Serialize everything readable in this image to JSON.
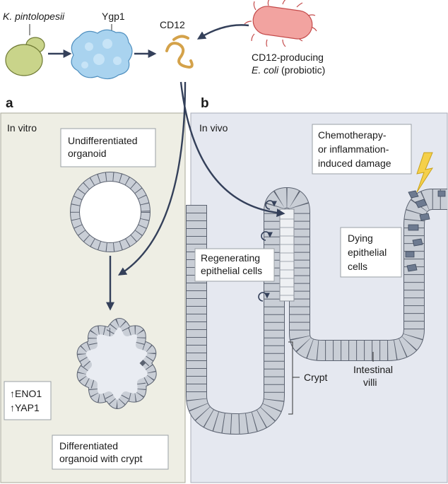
{
  "top": {
    "organism": "K. pintolopesii",
    "protein": "Ygp1",
    "metabolite": "CD12",
    "probiotic_line1": "CD12-producing",
    "probiotic_line2_italic": "E. coli",
    "probiotic_line2_rest": " (probiotic)"
  },
  "panel_a": {
    "letter": "a",
    "title": "In vitro",
    "undiff_line1": "Undifferentiated",
    "undiff_line2": "organoid",
    "markers_line1": "↑ENO1",
    "markers_line2": "↑YAP1",
    "diff_line1": "Differentiated",
    "diff_line2": "organoid with crypt"
  },
  "panel_b": {
    "letter": "b",
    "title": "In vivo",
    "damage_line1": "Chemotherapy-",
    "damage_line2": "or inflammation-",
    "damage_line3": "induced damage",
    "regen_line1": "Regenerating",
    "regen_line2": "epithelial cells",
    "dying_line1": "Dying",
    "dying_line2": "epithelial",
    "dying_line3": "cells",
    "crypt": "Crypt",
    "villi_line1": "Intestinal",
    "villi_line2": "villi"
  },
  "colors": {
    "panel_a_bg": "#eeeee4",
    "panel_b_bg": "#e5e8f0",
    "yeast": "#c9d48a",
    "ygp1": "#a9d3ef",
    "cd12_worm": "#d4a24a",
    "ecoli": "#f2a3a0",
    "arrow": "#34405a",
    "lightning": "#f5d04a"
  }
}
